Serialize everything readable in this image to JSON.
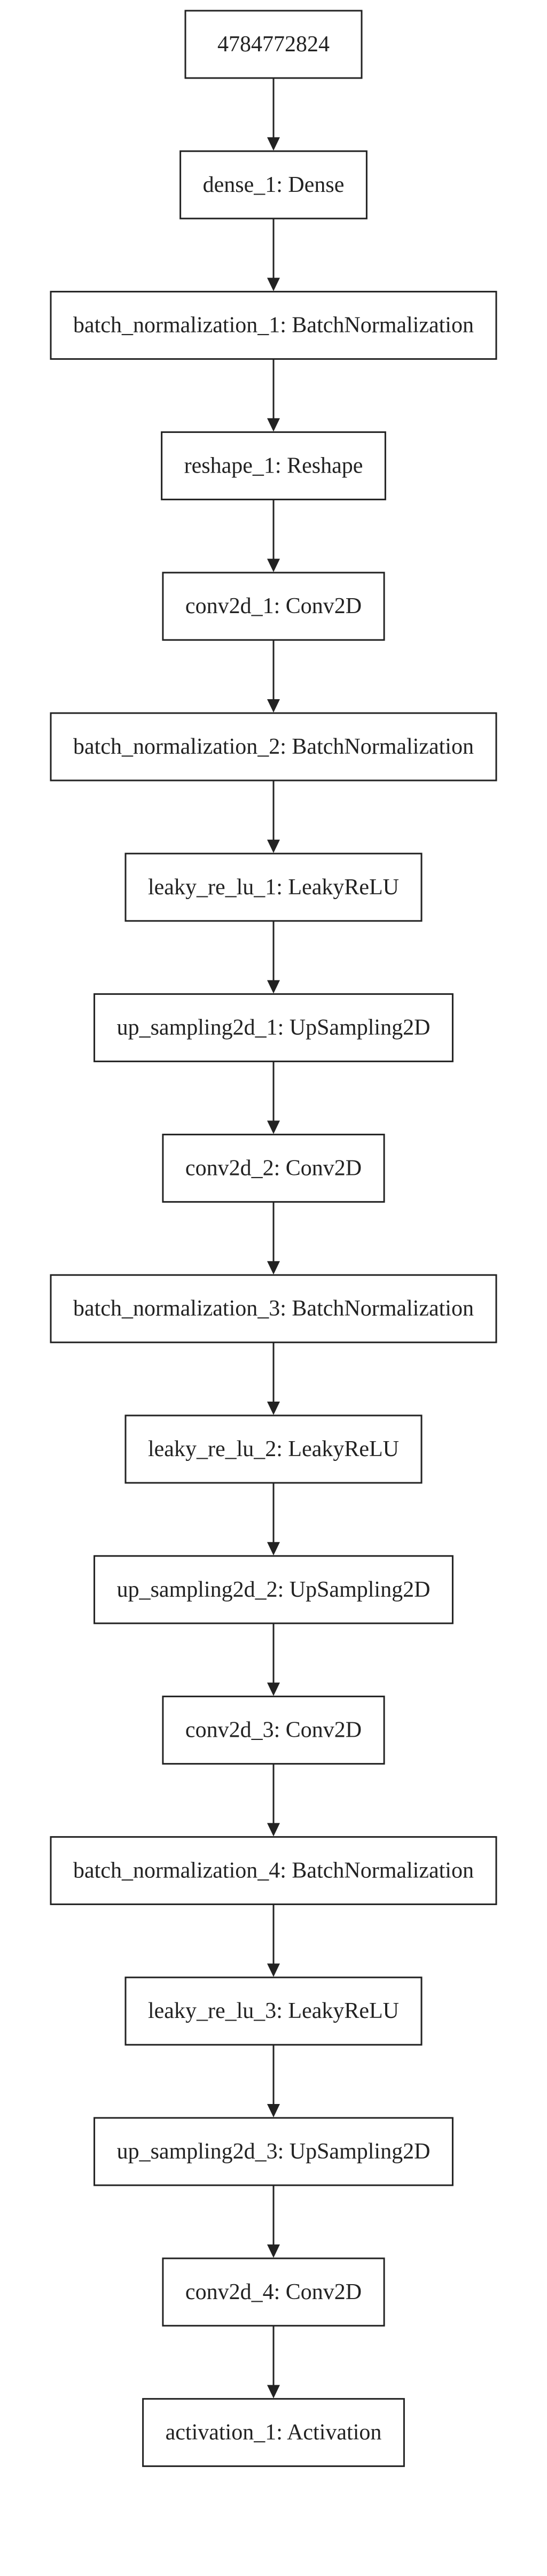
{
  "diagram": {
    "nodes": [
      {
        "id": "input",
        "label": "4784772824"
      },
      {
        "id": "dense_1",
        "label": "dense_1: Dense"
      },
      {
        "id": "batch_normalization_1",
        "label": "batch_normalization_1: BatchNormalization"
      },
      {
        "id": "reshape_1",
        "label": "reshape_1: Reshape"
      },
      {
        "id": "conv2d_1",
        "label": "conv2d_1: Conv2D"
      },
      {
        "id": "batch_normalization_2",
        "label": "batch_normalization_2: BatchNormalization"
      },
      {
        "id": "leaky_re_lu_1",
        "label": "leaky_re_lu_1: LeakyReLU"
      },
      {
        "id": "up_sampling2d_1",
        "label": "up_sampling2d_1: UpSampling2D"
      },
      {
        "id": "conv2d_2",
        "label": "conv2d_2: Conv2D"
      },
      {
        "id": "batch_normalization_3",
        "label": "batch_normalization_3: BatchNormalization"
      },
      {
        "id": "leaky_re_lu_2",
        "label": "leaky_re_lu_2: LeakyReLU"
      },
      {
        "id": "up_sampling2d_2",
        "label": "up_sampling2d_2: UpSampling2D"
      },
      {
        "id": "conv2d_3",
        "label": "conv2d_3: Conv2D"
      },
      {
        "id": "batch_normalization_4",
        "label": "batch_normalization_4: BatchNormalization"
      },
      {
        "id": "leaky_re_lu_3",
        "label": "leaky_re_lu_3: LeakyReLU"
      },
      {
        "id": "up_sampling2d_3",
        "label": "up_sampling2d_3: UpSampling2D"
      },
      {
        "id": "conv2d_4",
        "label": "conv2d_4: Conv2D"
      },
      {
        "id": "activation_1",
        "label": "activation_1: Activation"
      }
    ],
    "edges": [
      {
        "from": "input",
        "to": "dense_1"
      },
      {
        "from": "dense_1",
        "to": "batch_normalization_1"
      },
      {
        "from": "batch_normalization_1",
        "to": "reshape_1"
      },
      {
        "from": "reshape_1",
        "to": "conv2d_1"
      },
      {
        "from": "conv2d_1",
        "to": "batch_normalization_2"
      },
      {
        "from": "batch_normalization_2",
        "to": "leaky_re_lu_1"
      },
      {
        "from": "leaky_re_lu_1",
        "to": "up_sampling2d_1"
      },
      {
        "from": "up_sampling2d_1",
        "to": "conv2d_2"
      },
      {
        "from": "conv2d_2",
        "to": "batch_normalization_3"
      },
      {
        "from": "batch_normalization_3",
        "to": "leaky_re_lu_2"
      },
      {
        "from": "leaky_re_lu_2",
        "to": "up_sampling2d_2"
      },
      {
        "from": "up_sampling2d_2",
        "to": "conv2d_3"
      },
      {
        "from": "conv2d_3",
        "to": "batch_normalization_4"
      },
      {
        "from": "batch_normalization_4",
        "to": "leaky_re_lu_3"
      },
      {
        "from": "leaky_re_lu_3",
        "to": "up_sampling2d_3"
      },
      {
        "from": "up_sampling2d_3",
        "to": "conv2d_4"
      },
      {
        "from": "conv2d_4",
        "to": "activation_1"
      }
    ]
  }
}
